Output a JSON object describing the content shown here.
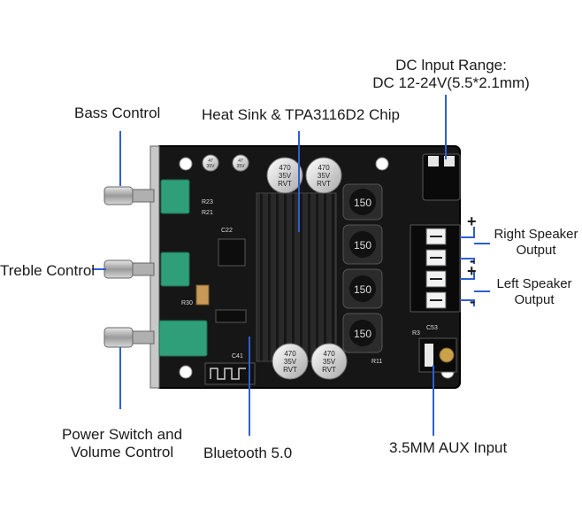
{
  "labels": {
    "dc_input": [
      "DC lnput Range:",
      "DC 12-24V(5.5*2.1mm)"
    ],
    "bass": "Bass Control",
    "heatsink": "Heat Sink & TPA3116D2 Chip",
    "treble": "Treble Control",
    "right_speaker": [
      "Right Speaker",
      "Output"
    ],
    "left_speaker": [
      "Left Speaker",
      "Output"
    ],
    "power_volume": [
      "Power Switch and",
      "Volume Control"
    ],
    "bluetooth": "Bluetooth 5.0",
    "aux": "3.5MM AUX Input",
    "plus": "+",
    "minus": "-"
  },
  "board_marks": {
    "inductor": "150",
    "cap_large": [
      "470",
      "35V",
      "RVT"
    ],
    "cap_small": [
      "47",
      "35V"
    ],
    "refs": [
      "R23",
      "R21",
      "C22",
      "R30",
      "C41",
      "R3",
      "C53",
      "R11"
    ]
  },
  "colors": {
    "pointer": "#2f5fd0",
    "board": "#161616",
    "pot": "#2e9f78",
    "terminal": "#f2f2f2"
  }
}
